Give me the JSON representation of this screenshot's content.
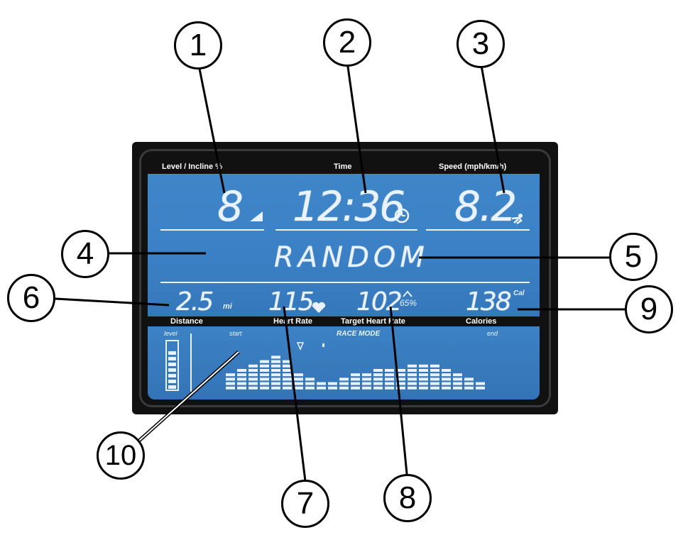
{
  "headers": {
    "level_incline": "Level / Incline %",
    "time": "Time",
    "speed": "Speed (mph/km/h)",
    "distance": "Distance",
    "heart_rate": "Heart Rate",
    "target_heart_rate": "Target Heart Rate",
    "calories": "Calories"
  },
  "readouts": {
    "level": "8",
    "time": "12:36",
    "speed": "8.2",
    "program": "RANDOM",
    "distance": "2.5",
    "distance_unit": "mi",
    "heart_rate": "115",
    "target_heart_rate": "102",
    "target_percent": "65%",
    "calories": "138",
    "calories_unit": "Cal"
  },
  "profile": {
    "level_label": "level",
    "start_label": "start",
    "mode_label": "RACE MODE",
    "end_label": "end",
    "level_meter_segments": 7,
    "columns": [
      4,
      5,
      6,
      7,
      8,
      7,
      4,
      3,
      2,
      2,
      3,
      4,
      4,
      5,
      5,
      5,
      6,
      6,
      6,
      5,
      4,
      3,
      2
    ]
  },
  "callouts": [
    "1",
    "2",
    "3",
    "4",
    "5",
    "6",
    "7",
    "8",
    "9",
    "10"
  ],
  "colors": {
    "lcd": "#3b80c4",
    "segment": "#e9f3ff",
    "frame": "#111111"
  }
}
